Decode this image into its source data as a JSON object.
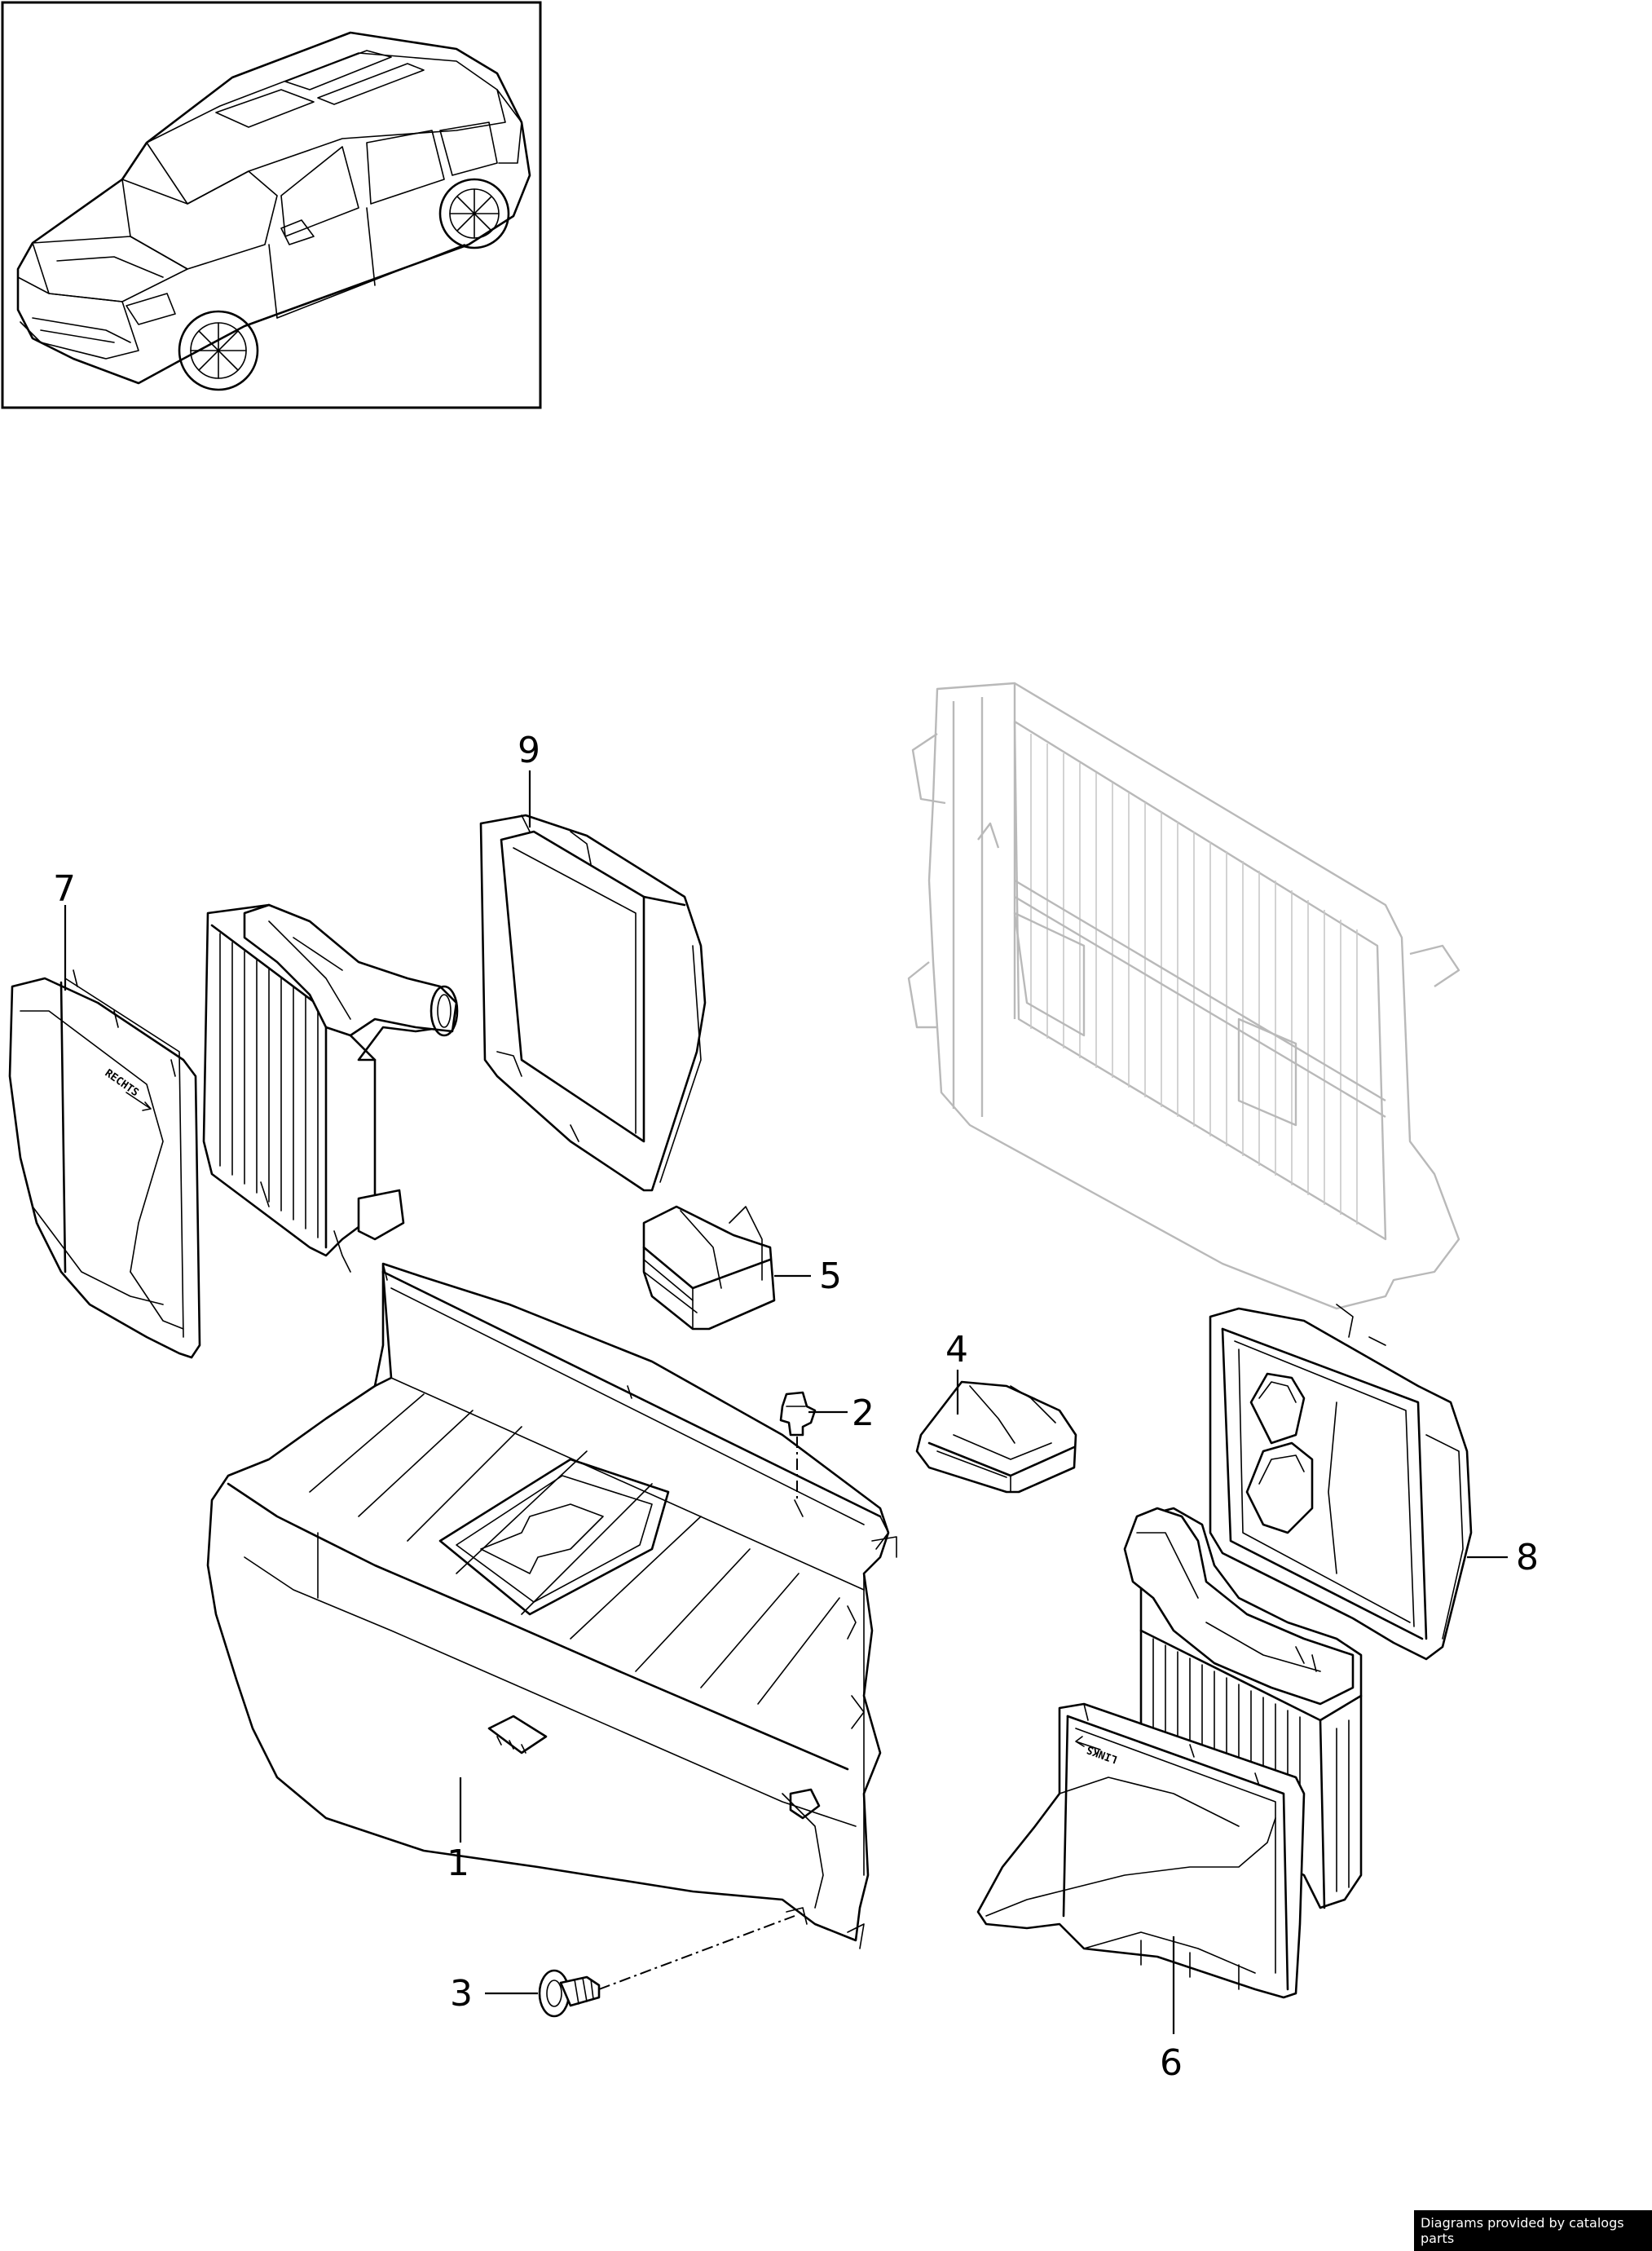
{
  "callouts": {
    "c1": "1",
    "c2": "2",
    "c3": "3",
    "c4": "4",
    "c5": "5",
    "c6": "6",
    "c7": "7",
    "c8": "8",
    "c9": "9"
  },
  "labels": {
    "rechts": "RECHTS",
    "links": "LINKS"
  },
  "footer": {
    "credit": "Diagrams provided by catalogs parts"
  }
}
